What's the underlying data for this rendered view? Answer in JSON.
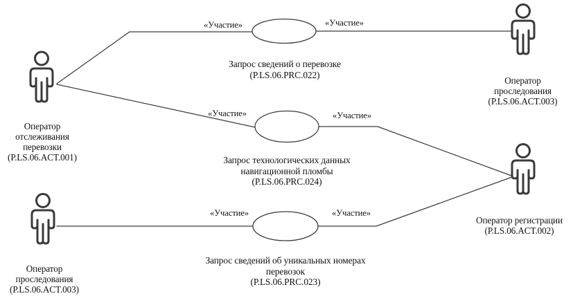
{
  "diagram": {
    "type": "uml-use-case-diagram",
    "stroke_color": "#3a3a3a",
    "text_color": "#111111",
    "background_color": "#ffffff",
    "stereotype_label": "«Участие»",
    "actors": [
      {
        "id": "actor-tracking-operator",
        "name": "Оператор\nотслеживания\nперевозки",
        "code": "(P.LS.06.ACT.001)"
      },
      {
        "id": "actor-passage-operator-top",
        "name": "Оператор\nпроследования",
        "code": "(P.LS.06.ACT.003)"
      },
      {
        "id": "actor-registration-operator",
        "name": "Оператор регистрации",
        "code": "(P.LS.06.ACT.002)"
      },
      {
        "id": "actor-passage-operator-bottom",
        "name": "Оператор\nпроследования",
        "code": "(P.LS.06.ACT.003)"
      }
    ],
    "use_cases": [
      {
        "id": "usecase-shipment-info-request",
        "name": "Запрос сведений о перевозке",
        "code": "(P.LS.06.PRC.022)"
      },
      {
        "id": "usecase-seal-tech-data-request",
        "name": "Запрос технологических данных\nнавигационной пломбы",
        "code": "(P.LS.06.PRC.024)"
      },
      {
        "id": "usecase-unique-numbers-request",
        "name": "Запрос сведений об уникальных номерах\nперевозок",
        "code": "(P.LS.06.PRC.023)"
      }
    ],
    "associations": [
      {
        "id": "assoc-1",
        "label": "«Участие»"
      },
      {
        "id": "assoc-2",
        "label": "«Участие»"
      },
      {
        "id": "assoc-3",
        "label": "«Участие»"
      },
      {
        "id": "assoc-4",
        "label": "«Участие»"
      },
      {
        "id": "assoc-5",
        "label": "«Участие»"
      },
      {
        "id": "assoc-6",
        "label": "«Участие»"
      }
    ]
  }
}
